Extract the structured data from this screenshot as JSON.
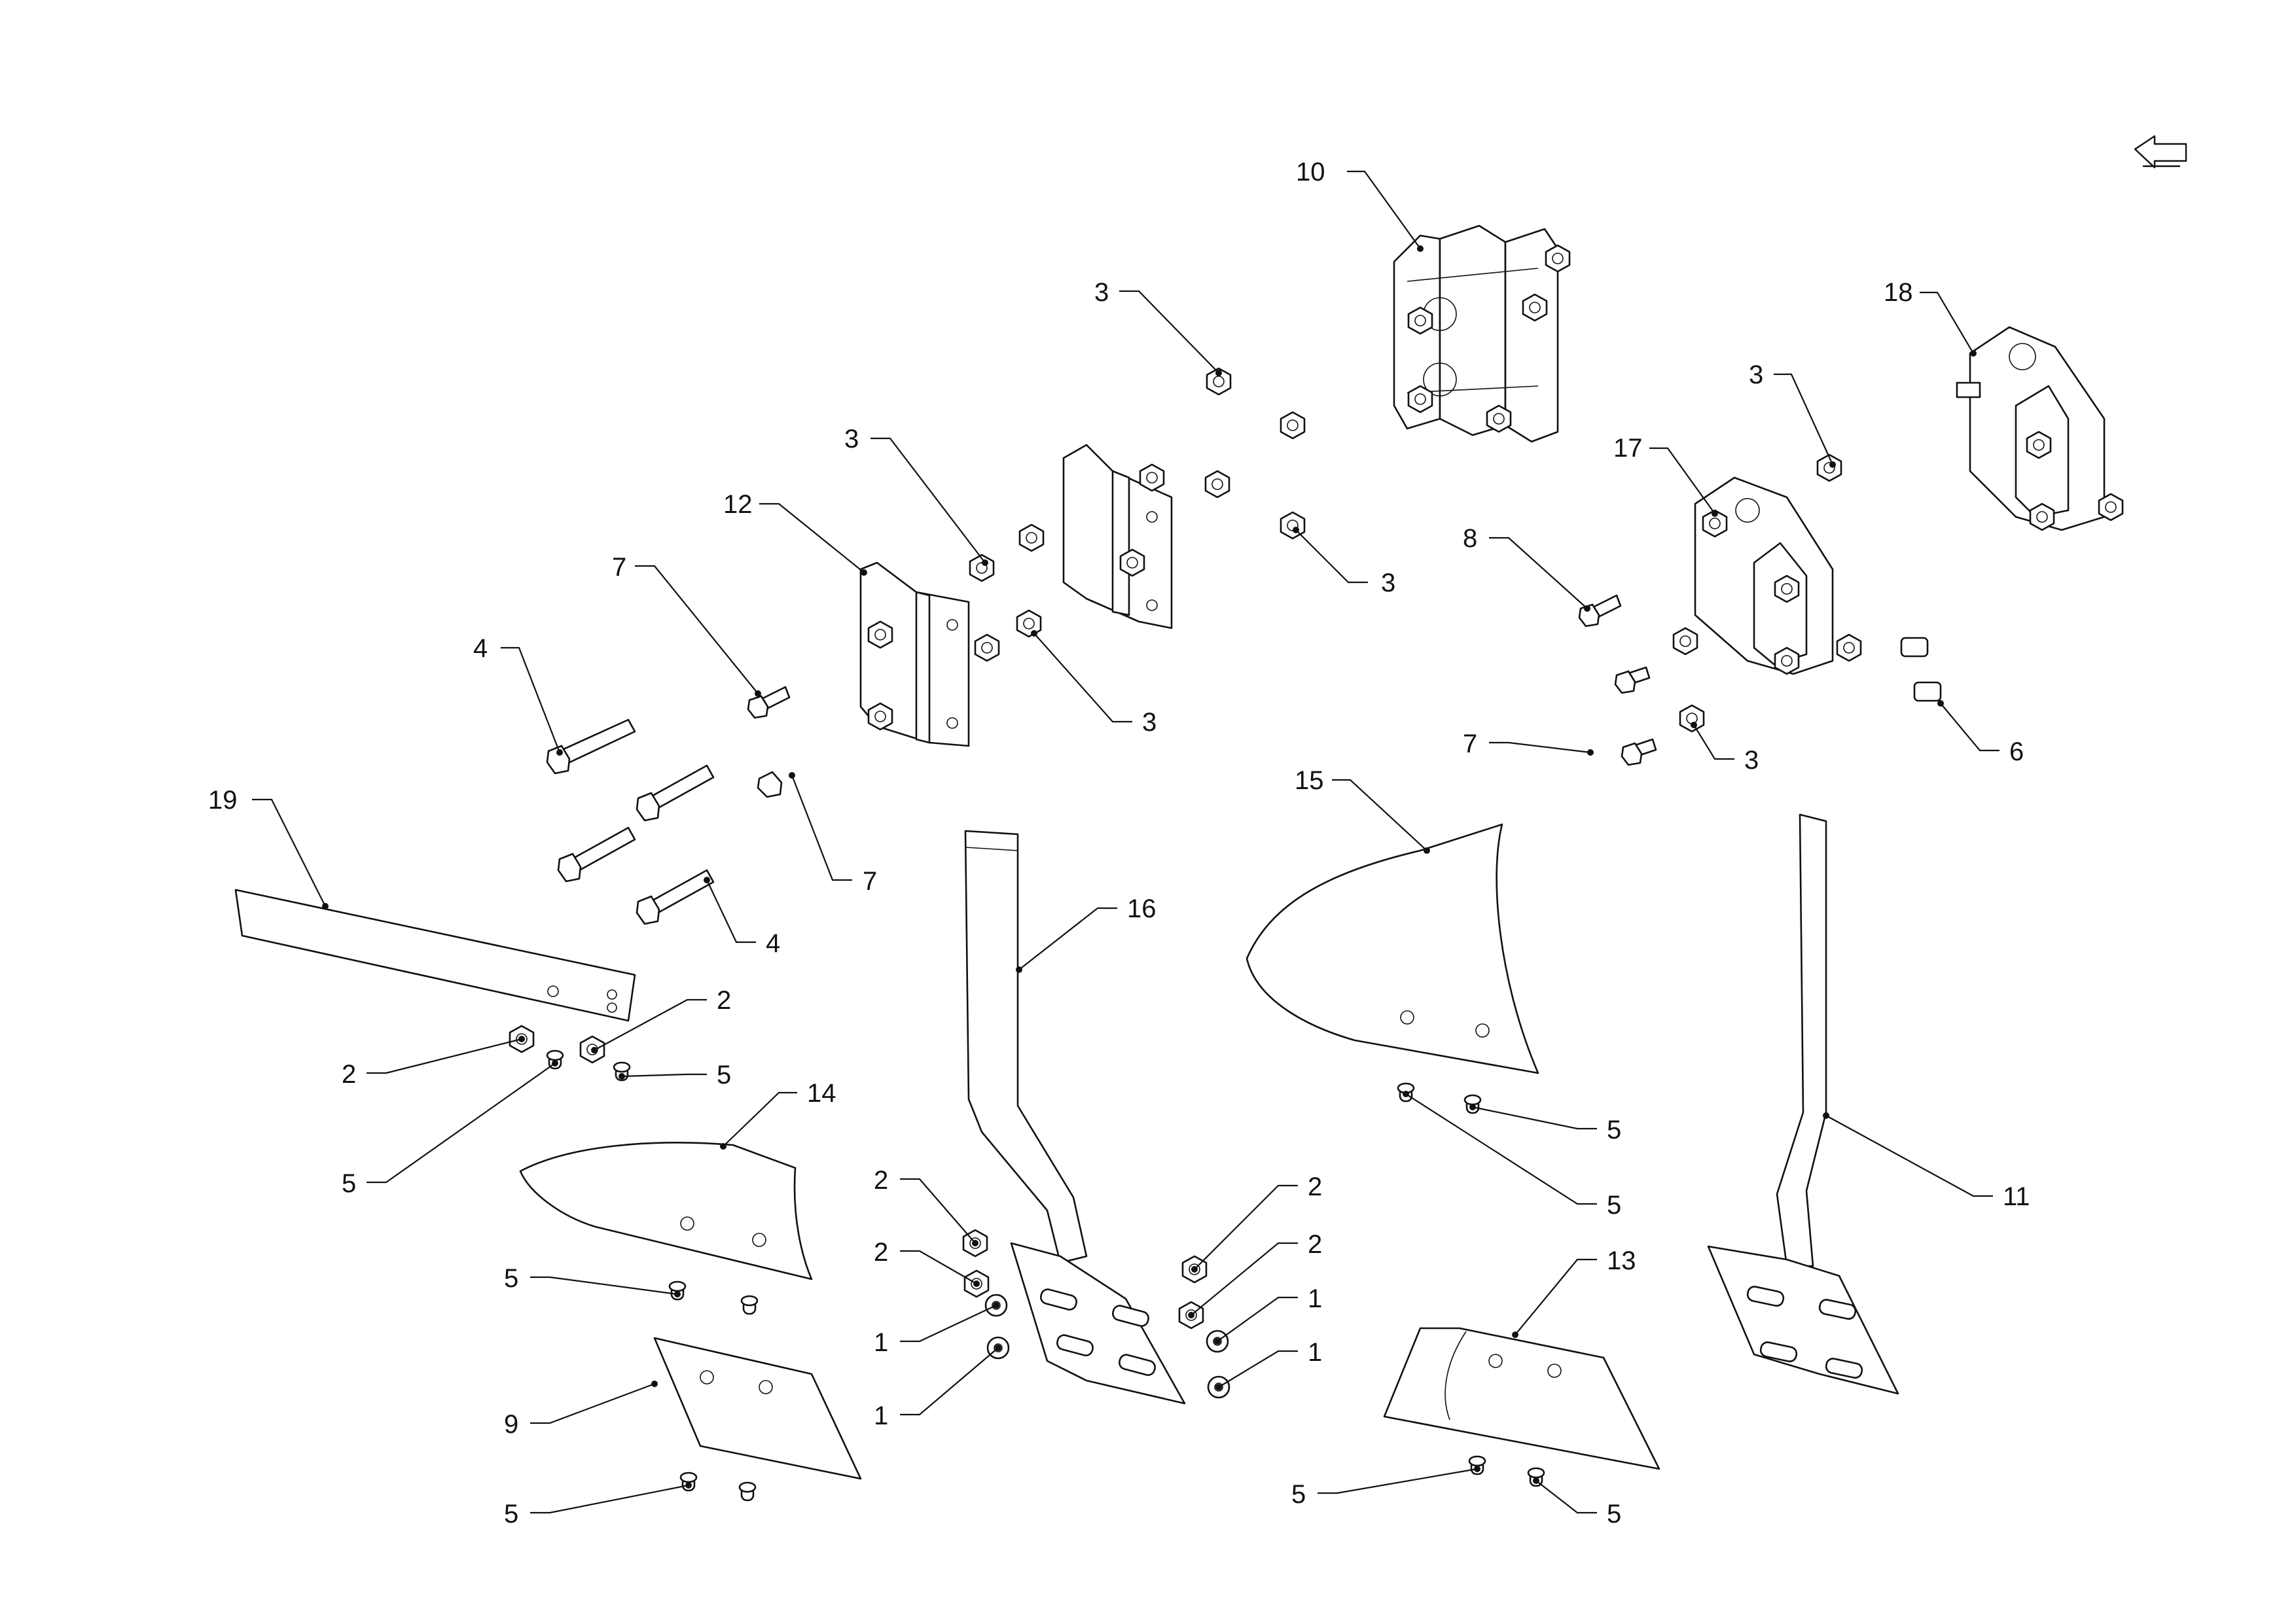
{
  "diagram": {
    "type": "exploded-parts-view",
    "icons": {
      "corner": "return-arrow-icon"
    },
    "callouts": [
      {
        "id": "c10",
        "label": "10"
      },
      {
        "id": "c3a",
        "label": "3"
      },
      {
        "id": "c18",
        "label": "18"
      },
      {
        "id": "c3b",
        "label": "3"
      },
      {
        "id": "c3c",
        "label": "3"
      },
      {
        "id": "c17",
        "label": "17"
      },
      {
        "id": "c12",
        "label": "12"
      },
      {
        "id": "c3d",
        "label": "3"
      },
      {
        "id": "c7a",
        "label": "7"
      },
      {
        "id": "c8",
        "label": "8"
      },
      {
        "id": "c4a",
        "label": "4"
      },
      {
        "id": "c3e",
        "label": "3"
      },
      {
        "id": "c7b",
        "label": "7"
      },
      {
        "id": "c3f",
        "label": "3"
      },
      {
        "id": "c6",
        "label": "6"
      },
      {
        "id": "c19",
        "label": "19"
      },
      {
        "id": "c15",
        "label": "15"
      },
      {
        "id": "c7c",
        "label": "7"
      },
      {
        "id": "c16",
        "label": "16"
      },
      {
        "id": "c4b",
        "label": "4"
      },
      {
        "id": "c2a",
        "label": "2"
      },
      {
        "id": "c2b",
        "label": "2"
      },
      {
        "id": "c5a",
        "label": "5"
      },
      {
        "id": "c14",
        "label": "14"
      },
      {
        "id": "c5b",
        "label": "5"
      },
      {
        "id": "c5c",
        "label": "5"
      },
      {
        "id": "c5d",
        "label": "5"
      },
      {
        "id": "c11",
        "label": "11"
      },
      {
        "id": "c2c",
        "label": "2"
      },
      {
        "id": "c2d",
        "label": "2"
      },
      {
        "id": "c2e",
        "label": "2"
      },
      {
        "id": "c2f",
        "label": "2"
      },
      {
        "id": "c13",
        "label": "13"
      },
      {
        "id": "c5e",
        "label": "5"
      },
      {
        "id": "c1a",
        "label": "1"
      },
      {
        "id": "c1b",
        "label": "1"
      },
      {
        "id": "c1c",
        "label": "1"
      },
      {
        "id": "c1d",
        "label": "1"
      },
      {
        "id": "c9",
        "label": "9"
      },
      {
        "id": "c5f",
        "label": "5"
      },
      {
        "id": "c5g",
        "label": "5"
      },
      {
        "id": "c5h",
        "label": "5"
      }
    ]
  }
}
